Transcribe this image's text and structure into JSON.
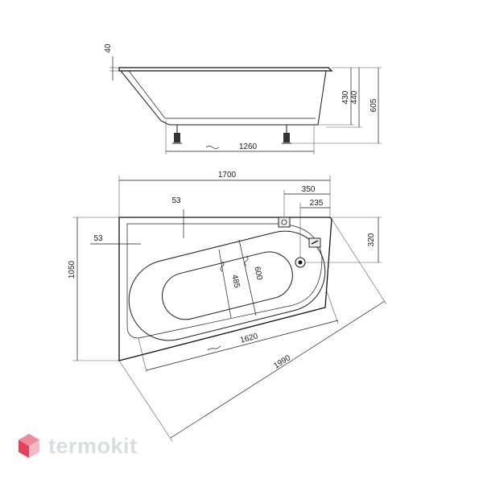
{
  "side_view": {
    "dims": {
      "rim_thickness": "40",
      "depth_inner": "430",
      "depth_outer": "440",
      "total_height": "605",
      "leg_span": "1260"
    }
  },
  "top_view": {
    "dims": {
      "length": "1700",
      "width": "1050",
      "overflow_offset": "350",
      "drain_offset": "235",
      "drain_from_edge": "320",
      "rim_top": "53",
      "rim_left": "53",
      "inner_width": "485",
      "outer_width": "600",
      "inner_length": "1620",
      "diagonal": "1990"
    }
  },
  "brand": {
    "name": "termokit",
    "logo_color": "#e6405f",
    "text_color": "#d9dde2"
  }
}
